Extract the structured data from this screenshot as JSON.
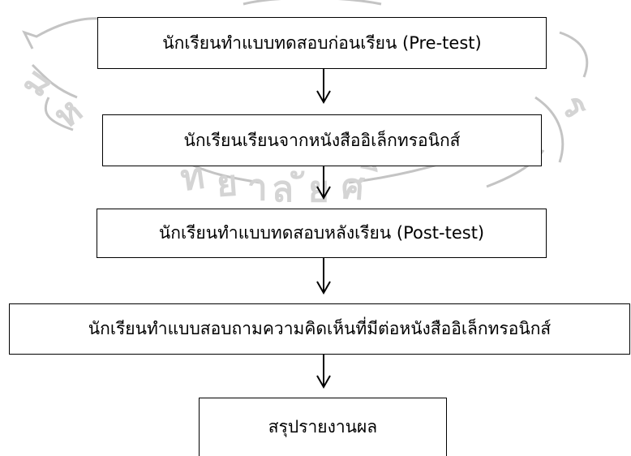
{
  "steps": [
    {
      "label": "นักเรียนทำแบบทดสอบก่อนเรียน (Pre-test)"
    },
    {
      "label": "นักเรียนเรียนจากหนังสืออิเล็กทรอนิกส์"
    },
    {
      "label": "นักเรียนทำแบบทดสอบหลังเรียน (Post-test)"
    },
    {
      "label": "นักเรียนทำแบบสอบถามความคิดเห็นที่มีต่อหนังสืออิเล็กทรอนิกส์"
    },
    {
      "label": "สรุปรายงานผล"
    }
  ],
  "colors": {
    "stroke": "#000000",
    "watermark": "#b8b8b8"
  }
}
